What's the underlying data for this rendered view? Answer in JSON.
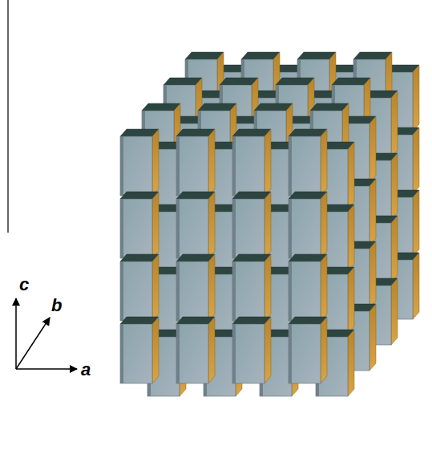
{
  "diagram": {
    "labels": [
      "c",
      "b",
      "a"
    ]
  }
}
